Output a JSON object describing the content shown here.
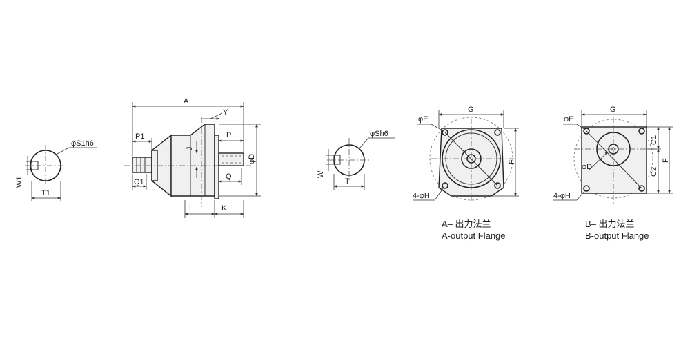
{
  "figure": {
    "left_shaft_section": {
      "diameter_label": "φS1h6",
      "key_width_label": "W1",
      "key_depth_label": "T1"
    },
    "side_view": {
      "labels": {
        "A": "A",
        "Y": "Y",
        "P1": "P1",
        "P": "P",
        "J": "J",
        "D": "φD",
        "Q1": "Q1",
        "Q": "Q",
        "L": "L",
        "K": "K"
      }
    },
    "right_shaft_section": {
      "diameter_label": "φSh6",
      "key_width_label": "W",
      "key_depth_label": "T"
    },
    "flange_a": {
      "labels": {
        "G": "G",
        "E": "φE",
        "F": "F",
        "H": "4-φH"
      },
      "caption_cn": "A– 出力法兰",
      "caption_en": "A-output Flange"
    },
    "flange_b": {
      "labels": {
        "G": "G",
        "E": "φE",
        "D": "φD",
        "C1": "C1",
        "C2": "C2",
        "F": "F",
        "H": "4-φH"
      },
      "caption_cn": "B– 出力法兰",
      "caption_en": "B-output Flange"
    }
  }
}
